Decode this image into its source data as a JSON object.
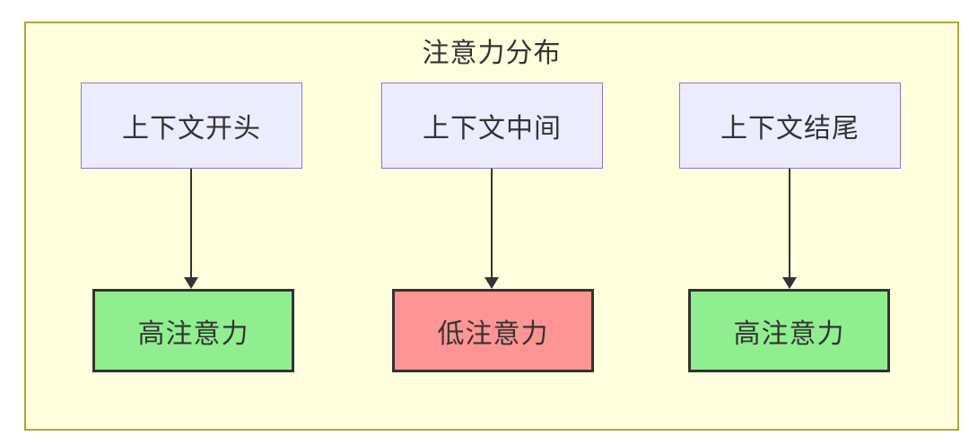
{
  "diagram": {
    "type": "flowchart",
    "title": "注意力分布",
    "columns": [
      {
        "source": "上下文开头",
        "target": "高注意力",
        "attention": "high"
      },
      {
        "source": "上下文中间",
        "target": "低注意力",
        "attention": "low"
      },
      {
        "source": "上下文结尾",
        "target": "高注意力",
        "attention": "high"
      }
    ],
    "edges": [
      {
        "from": "上下文开头",
        "to": "高注意力"
      },
      {
        "from": "上下文中间",
        "to": "低注意力"
      },
      {
        "from": "上下文结尾",
        "to": "高注意力"
      }
    ],
    "colors": {
      "container_fill": "#ffffde",
      "container_border": "#aaaa33",
      "source_node_fill": "#ececff",
      "source_node_border": "#9370db",
      "high_attention_fill": "#90ee90",
      "low_attention_fill": "#ff9494",
      "target_node_border": "#333333",
      "arrow": "#333333",
      "text": "#333333"
    }
  }
}
